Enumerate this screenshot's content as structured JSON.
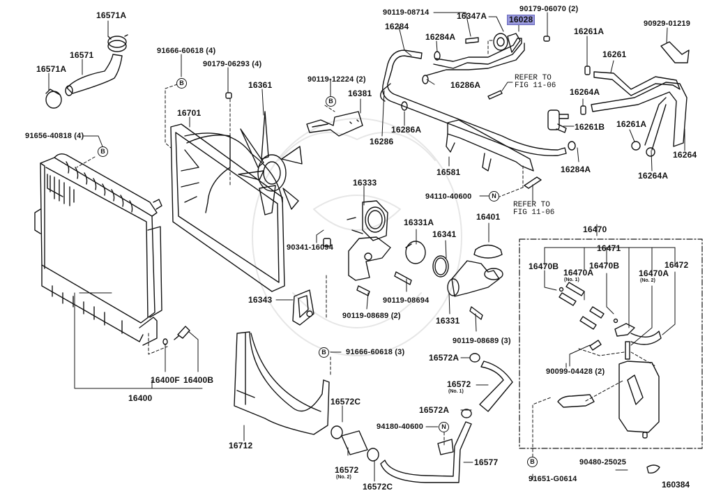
{
  "diagram": {
    "figure_number": "160384",
    "highlighted_part": "16028",
    "parts": {
      "p16571A_top": "16571A",
      "p16571": "16571",
      "p16571A_left": "16571A",
      "p91656_40818": "91656-40818 (4)",
      "p91666_60618_4": "91666-60618 (4)",
      "p90179_06293": "90179-06293 (4)",
      "p16361": "16361",
      "p16701": "16701",
      "p90119_12224": "90119-12224 (2)",
      "p16381": "16381",
      "p90119_08714": "90119-08714",
      "p16347A": "16347A",
      "p16028": "16028",
      "p90179_06070": "90179-06070 (2)",
      "p16284": "16284",
      "p16284A_top": "16284A",
      "p16286A_mid": "16286A",
      "p16286A_low": "16286A",
      "p16286": "16286",
      "refer_top_1": "REFER TO",
      "refer_top_2": "FIG 11-06",
      "p16261A_top": "16261A",
      "p16261": "16261",
      "p90929_01219": "90929-01219",
      "p16264A_top": "16264A",
      "p16261B": "16261B",
      "p16261A_low": "16261A",
      "p16284A_low": "16284A",
      "p16264": "16264",
      "p16264A_low": "16264A",
      "p16581": "16581",
      "p94110_40600": "94110-40600",
      "refer_low_1": "REFER TO",
      "refer_low_2": "FIG 11-06",
      "p16333": "16333",
      "p16331A": "16331A",
      "p16341": "16341",
      "p16401": "16401",
      "p90341_16094": "90341-16094",
      "p90119_08694": "90119-08694",
      "p90119_08689_2": "90119-08689 (2)",
      "p16331": "16331",
      "p90119_08689_3": "90119-08689 (3)",
      "p16343": "16343",
      "p16470": "16470",
      "p16471": "16471",
      "p16470B_left": "16470B",
      "p16470A_no1": "16470A",
      "p16470A_no1_sub": "(No. 1)",
      "p16470B_mid": "16470B",
      "p16470A_no2": "16470A",
      "p16470A_no2_sub": "(No. 2)",
      "p16472": "16472",
      "p90099_04428": "90099-04428 (2)",
      "p90480_25025": "90480-25025",
      "p91651_G0614": "91651-G0614",
      "p16400F": "16400F",
      "p16400B": "16400B",
      "p16400": "16400",
      "p91666_60618_3": "91666-60618 (3)",
      "p16572A_top": "16572A",
      "p16572_no1": "16572",
      "p16572_no1_sub": "(No. 1)",
      "p16572A_low": "16572A",
      "p16572C_top": "16572C",
      "p94180_40600": "94180-40600",
      "p16572_no2": "16572",
      "p16572_no2_sub": "(No. 2)",
      "p16572C_low": "16572C",
      "p16577": "16577",
      "p16712": "16712"
    },
    "symbols": {
      "bolt_B": "B",
      "nut_N": "N"
    }
  }
}
